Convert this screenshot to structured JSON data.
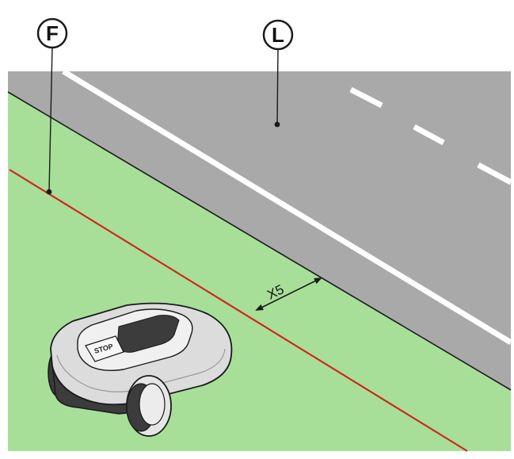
{
  "callouts": {
    "boundary_wire": {
      "letter": "F"
    },
    "road": {
      "letter": "L"
    }
  },
  "dimension": {
    "label": "X5"
  },
  "mower": {
    "stop_button_label": "STOP"
  },
  "colors": {
    "lawn": "#a7df99",
    "road": "#a9a9a9",
    "road_markings": "#ffffff",
    "boundary_wire": "#d2241c",
    "outline": "#1a1a1a",
    "mower_body": "#dcdcdc",
    "mower_dark": "#3c3c3c"
  }
}
